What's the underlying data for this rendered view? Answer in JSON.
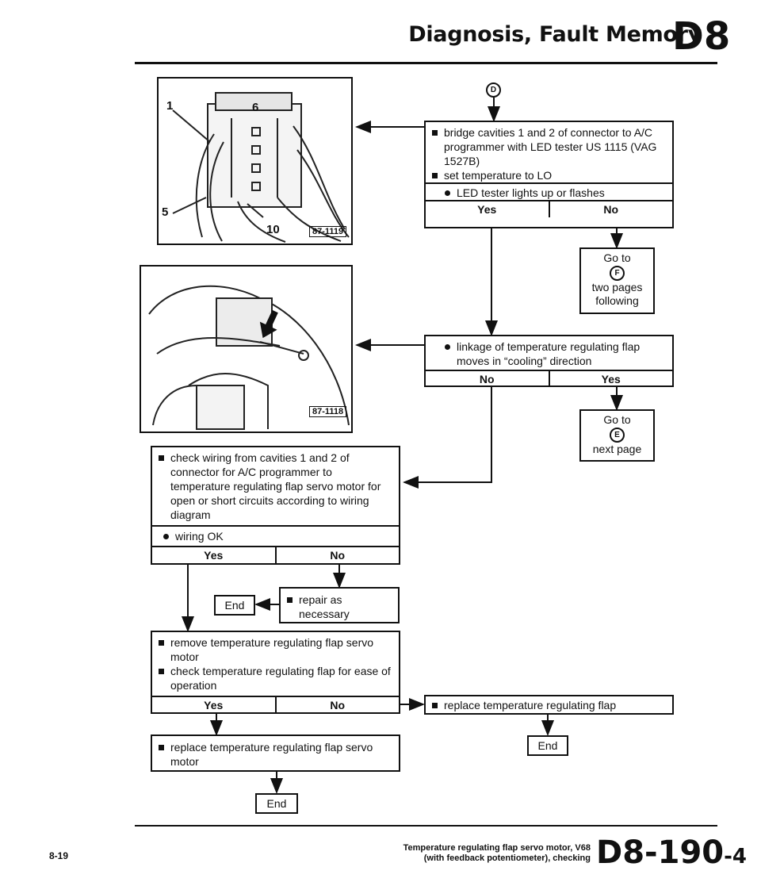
{
  "header": {
    "title": "Diagnosis, Fault Memory",
    "code": "D8"
  },
  "start_marker": "D",
  "figure1": {
    "callouts": [
      "1",
      "6",
      "5",
      "10"
    ],
    "ref": "87-1119"
  },
  "figure2": {
    "ref": "87-1118"
  },
  "step1": {
    "lines": [
      "bridge cavities 1 and 2 of connector to A/C programmer with LED tester US 1115 (VAG 1527B)",
      "set temperature to LO"
    ],
    "question": "LED tester lights up or flashes",
    "yes": "Yes",
    "no": "No"
  },
  "goto1": {
    "label": "Go to",
    "marker": "F",
    "text": "two pages following"
  },
  "step2": {
    "question": "linkage of temperature regulating flap moves in “cooling” direction",
    "no": "No",
    "yes": "Yes"
  },
  "goto2": {
    "label": "Go to",
    "marker": "E",
    "text": "next page"
  },
  "step3": {
    "lines": [
      "check wiring from cavities 1 and 2 of connector for A/C programmer to temperature regulating flap servo motor for open or short circuits according to wiring diagram"
    ],
    "question": "wiring OK",
    "yes": "Yes",
    "no": "No"
  },
  "repair": {
    "text": "repair as necessary"
  },
  "end_label": "End",
  "step4": {
    "lines": [
      "remove temperature regulating flap servo motor",
      "check temperature regulating flap for ease of operation"
    ],
    "yes": "Yes",
    "no": "No"
  },
  "replace_flap": {
    "text": "replace temperature regulating flap"
  },
  "replace_motor": {
    "text": "replace temperature regulating flap servo motor"
  },
  "footer": {
    "page_ref": "8-19",
    "caption_line1": "Temperature regulating flap servo motor, V68",
    "caption_line2": "(with feedback potentiometer), checking",
    "code_main": "D8-190",
    "code_sub": "-4"
  }
}
